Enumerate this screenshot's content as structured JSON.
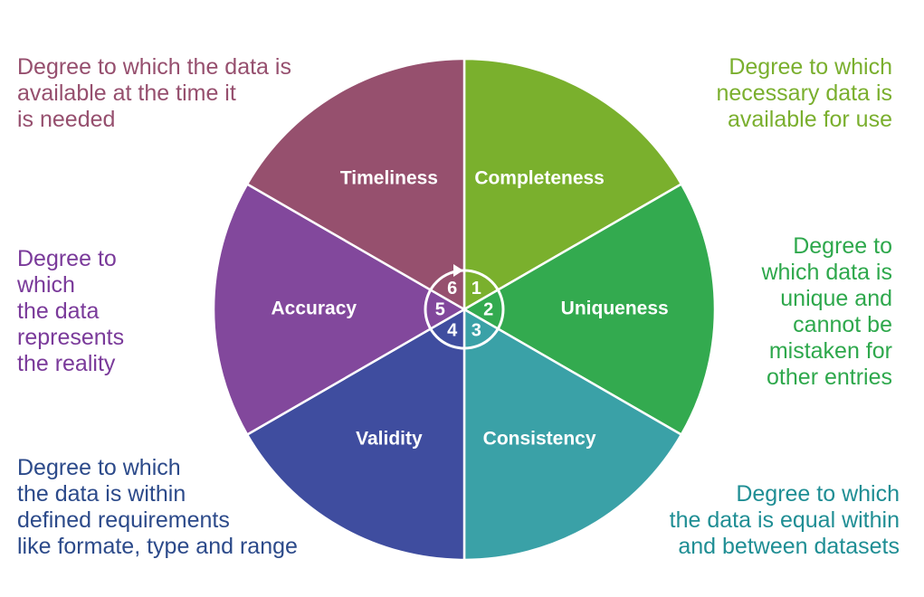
{
  "dimensions": [
    {
      "number": "1",
      "name": "Completeness",
      "description": "Degree to which\nnecessary data is\navailable for use",
      "color": "#7ab02d",
      "text_color": "#7aaf2e"
    },
    {
      "number": "2",
      "name": "Uniqueness",
      "description": "Degree to\nwhich data is\nunique and\ncannot be\nmistaken for\nother entries",
      "color": "#33aa4f",
      "text_color": "#2ea84c"
    },
    {
      "number": "3",
      "name": "Consistency",
      "description": "Degree to which\nthe data is equal within\nand between datasets",
      "color": "#3aa1a7",
      "text_color": "#1f8e94"
    },
    {
      "number": "4",
      "name": "Validity",
      "description": "Degree to which\nthe data is within\ndefined requirements\nlike formate, type and range",
      "color": "#3f4d9f",
      "text_color": "#2c4a8a"
    },
    {
      "number": "5",
      "name": "Accuracy",
      "description": "Degree to\nwhich\nthe data\nrepresents\nthe reality",
      "color": "#82489c",
      "text_color": "#7a3a9a"
    },
    {
      "number": "6",
      "name": "Timeliness",
      "description": "Degree to which the data is\navailable at the time it\nis needed",
      "color": "#96506e",
      "text_color": "#964f6e"
    }
  ]
}
